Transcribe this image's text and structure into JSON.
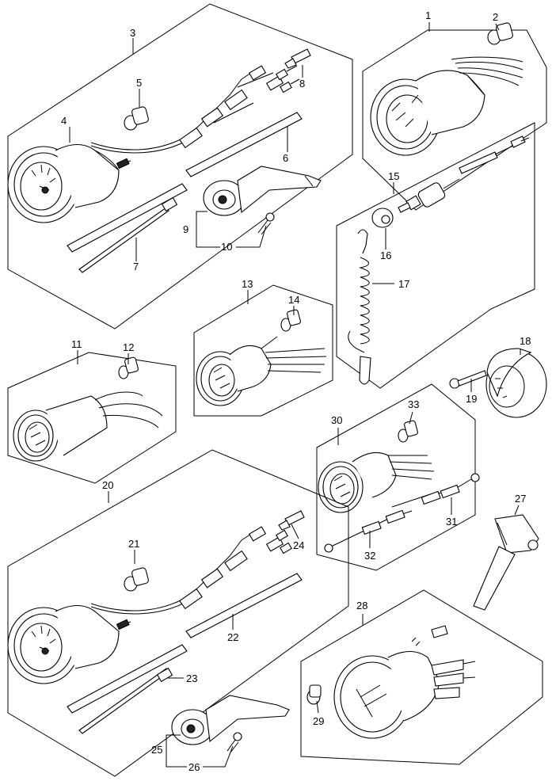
{
  "callouts": [
    {
      "id": "c1",
      "text": "1"
    },
    {
      "id": "c2",
      "text": "2"
    },
    {
      "id": "c3",
      "text": "3"
    },
    {
      "id": "c4",
      "text": "4"
    },
    {
      "id": "c5",
      "text": "5"
    },
    {
      "id": "c6",
      "text": "6"
    },
    {
      "id": "c7",
      "text": "7"
    },
    {
      "id": "c8",
      "text": "8"
    },
    {
      "id": "c9",
      "text": "9"
    },
    {
      "id": "c10",
      "text": "10"
    },
    {
      "id": "c11",
      "text": "11"
    },
    {
      "id": "c12",
      "text": "12"
    },
    {
      "id": "c13",
      "text": "13"
    },
    {
      "id": "c14",
      "text": "14"
    },
    {
      "id": "c15",
      "text": "15"
    },
    {
      "id": "c16",
      "text": "16"
    },
    {
      "id": "c17",
      "text": "17"
    },
    {
      "id": "c18",
      "text": "18"
    },
    {
      "id": "c19",
      "text": "19"
    },
    {
      "id": "c20",
      "text": "20"
    },
    {
      "id": "c21",
      "text": "21"
    },
    {
      "id": "c22",
      "text": "22"
    },
    {
      "id": "c23",
      "text": "23"
    },
    {
      "id": "c24",
      "text": "24"
    },
    {
      "id": "c25",
      "text": "25"
    },
    {
      "id": "c26",
      "text": "26"
    },
    {
      "id": "c27",
      "text": "27"
    },
    {
      "id": "c28",
      "text": "28"
    },
    {
      "id": "c29",
      "text": "29"
    },
    {
      "id": "c30",
      "text": "30"
    },
    {
      "id": "c31",
      "text": "31"
    },
    {
      "id": "c32",
      "text": "32"
    },
    {
      "id": "c33",
      "text": "33"
    }
  ],
  "colors": {
    "line": "#000000",
    "background": "#ffffff"
  }
}
